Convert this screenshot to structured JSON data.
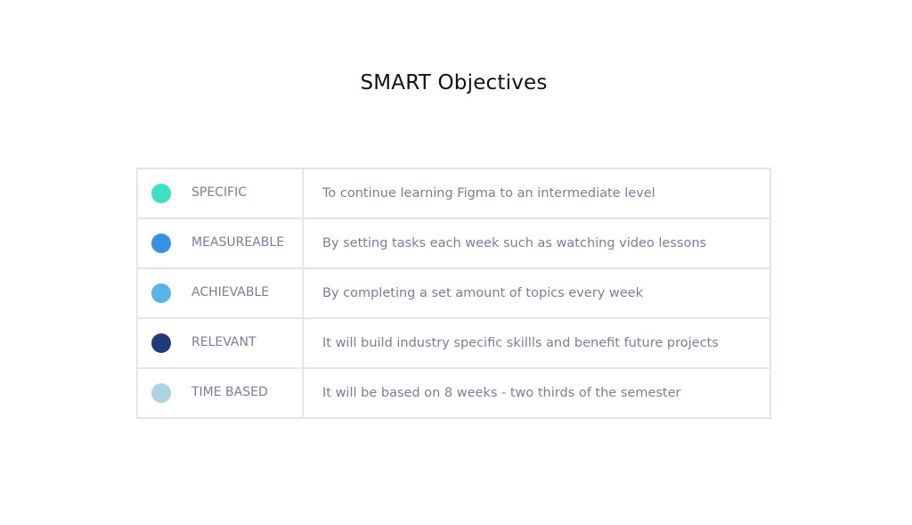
{
  "title": "SMART Objectives",
  "rows": [
    {
      "label": "SPECIFIC",
      "color": "#3de0c3",
      "description": "To continue learning Figma to an intermediate level"
    },
    {
      "label": "MEASUREABLE",
      "color": "#3790e0",
      "description": "By setting tasks each week such as watching video lessons"
    },
    {
      "label": "ACHIEVABLE",
      "color": "#5ab4e6",
      "description": "By completing a set amount of topics every week"
    },
    {
      "label": "RELEVANT",
      "color": "#203a7c",
      "description": "It will build industry specific skillls and benefit future projects"
    },
    {
      "label": "TIME BASED",
      "color": "#abd3e4",
      "description": "It will be based on 8 weeks - two thirds of the semester"
    }
  ]
}
